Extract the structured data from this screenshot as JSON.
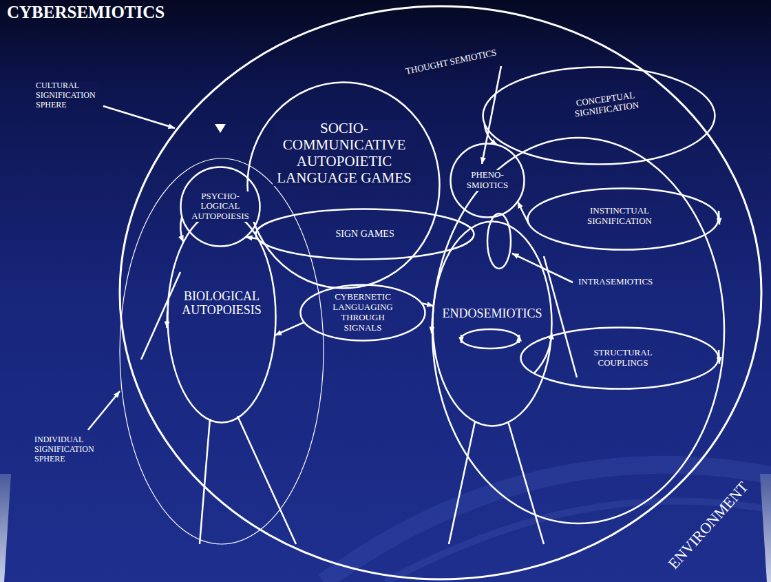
{
  "diagram": {
    "title": "CYBERSEMIOTICS",
    "nodes": [
      {
        "text": [
          "SOCIO-COMMUNICATIVE AUTOPOIETIC LANGUAGE GAMES"
        ]
      },
      {
        "text": [
          "PSYCHO-LOGICAL AUTOPOIESIS"
        ]
      },
      {
        "text": [
          "BIOLOGICAL AUTOPOIESIS"
        ]
      },
      {
        "text": [
          "SIGN GAMES"
        ]
      },
      {
        "text": [
          "CYBERNETIC LANGUAGING THROUGH SIGNALS"
        ]
      },
      {
        "text": [
          "ENDOSEMIOTICS"
        ]
      },
      {
        "text": [
          "PHENO-SMIOTICS"
        ]
      },
      {
        "text": [
          "CONCEPTUAL SIGNIFICATION"
        ]
      },
      {
        "text": [
          "INSTINCTUAL SIGNIFICATION"
        ]
      },
      {
        "text": [
          "STRUCTURAL COUPLINGS"
        ]
      }
    ],
    "edges": [
      {
        "from": 7,
        "to": 6,
        "arrow": "to"
      },
      {
        "from": 8,
        "to": 6,
        "arrow": "to"
      },
      {
        "from": 9,
        "to": 5,
        "arrow": "to"
      },
      {
        "from": 3,
        "to": 1,
        "arrow": "to"
      },
      {
        "from": 1,
        "to": 2,
        "arrow": "to"
      },
      {
        "from": 4,
        "to": 2,
        "arrow": "to"
      },
      {
        "from": 4,
        "to": 5,
        "arrow": "to"
      }
    ],
    "labels": [
      "CULTURAL SIGNIFICATION SPHERE",
      "THOUGHT SEMIOTICS",
      "INTRASEMIOTICS",
      "INDIVIDUAL SIGNIFICATION SPHERE",
      "ENVIRONMENT"
    ]
  }
}
